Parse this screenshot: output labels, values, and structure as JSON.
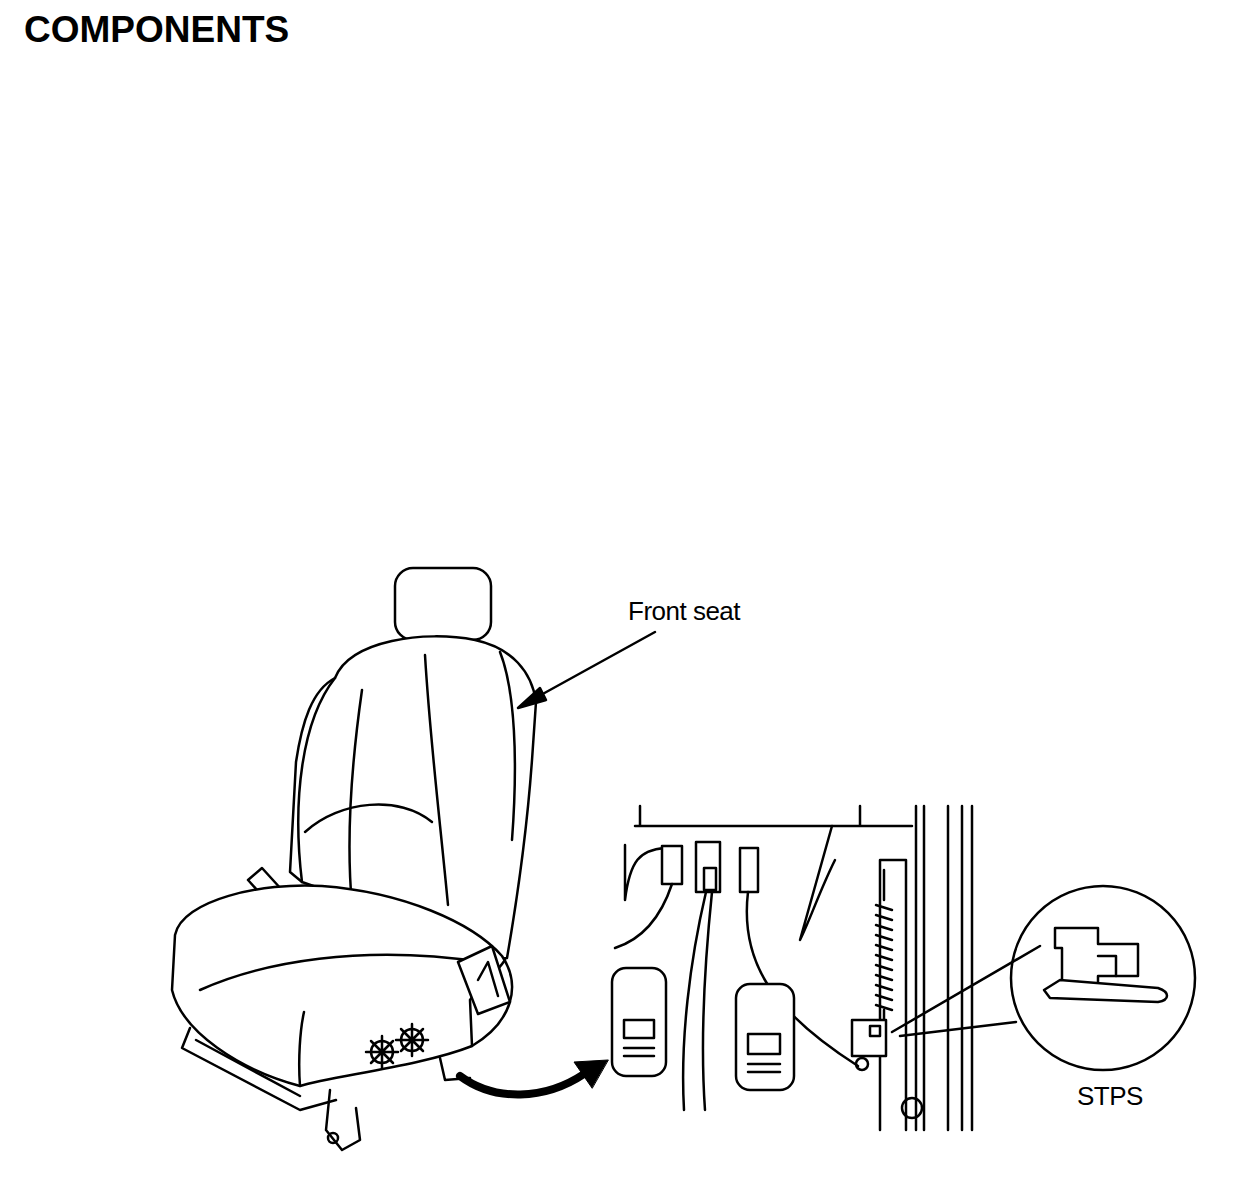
{
  "diagram": {
    "title": "COMPONENTS",
    "labels": [
      "Front seat",
      "STPS"
    ]
  }
}
